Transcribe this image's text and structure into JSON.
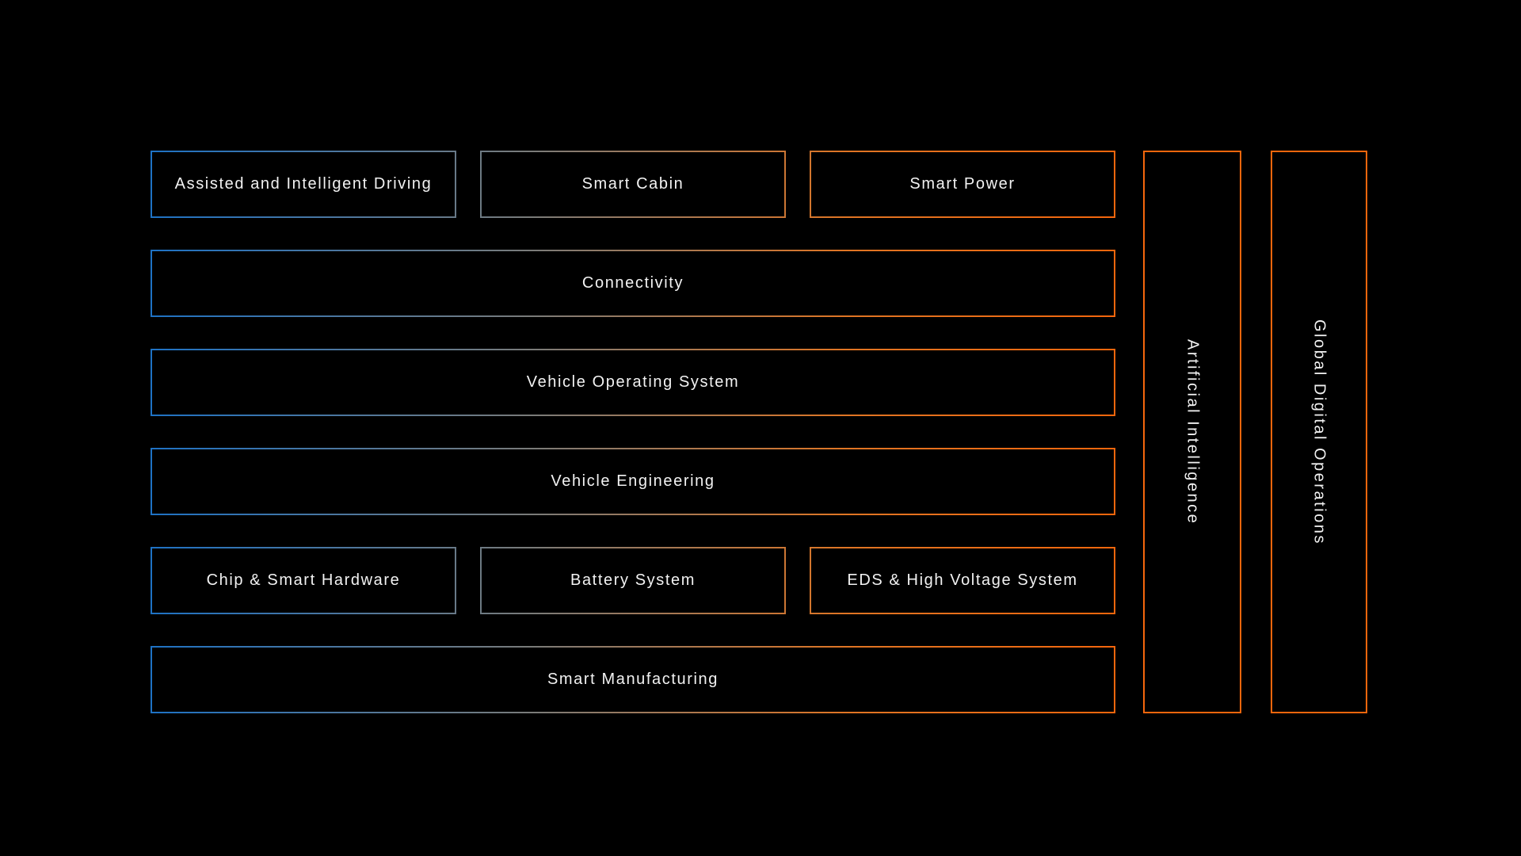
{
  "colors": {
    "background": "#000000",
    "text": "#f2f2f2",
    "box_fill": "#000000",
    "gradient_stops": [
      {
        "t": 0.0,
        "color": "#1e72c4"
      },
      {
        "t": 0.4,
        "color": "#7b7b78"
      },
      {
        "t": 0.72,
        "color": "#df7524"
      },
      {
        "t": 1.0,
        "color": "#f4660c"
      }
    ],
    "vertical_box_border": "#f4660c"
  },
  "diagram": {
    "rows": [
      {
        "boxes": [
          {
            "label": "Assisted and Intelligent Driving"
          },
          {
            "label": "Smart Cabin"
          },
          {
            "label": "Smart Power"
          }
        ]
      },
      {
        "boxes": [
          {
            "label": "Connectivity"
          }
        ]
      },
      {
        "boxes": [
          {
            "label": "Vehicle Operating System"
          }
        ]
      },
      {
        "boxes": [
          {
            "label": "Vehicle Engineering"
          }
        ]
      },
      {
        "boxes": [
          {
            "label": "Chip & Smart Hardware"
          },
          {
            "label": "Battery System"
          },
          {
            "label": "EDS & High Voltage System"
          }
        ]
      },
      {
        "boxes": [
          {
            "label": "Smart Manufacturing"
          }
        ]
      }
    ],
    "side_columns": [
      {
        "label": "Artificial Intelligence"
      },
      {
        "label": "Global Digital Operations"
      }
    ]
  }
}
